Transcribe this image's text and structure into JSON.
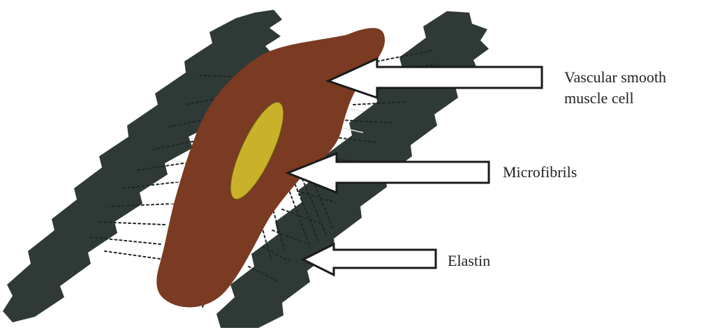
{
  "labels": {
    "vsmc_line1": "Vascular smooth",
    "vsmc_line2": "muscle cell",
    "microfibrils": "Microfibrils",
    "elastin": "Elastin"
  },
  "colors": {
    "elastin": "#2f3a36",
    "cell": "#7a3b22",
    "nucleus": "#c9b22a",
    "microfibril": "#1e2622",
    "arrow_outline": "#1a1a1a",
    "background": "#ffffff"
  }
}
